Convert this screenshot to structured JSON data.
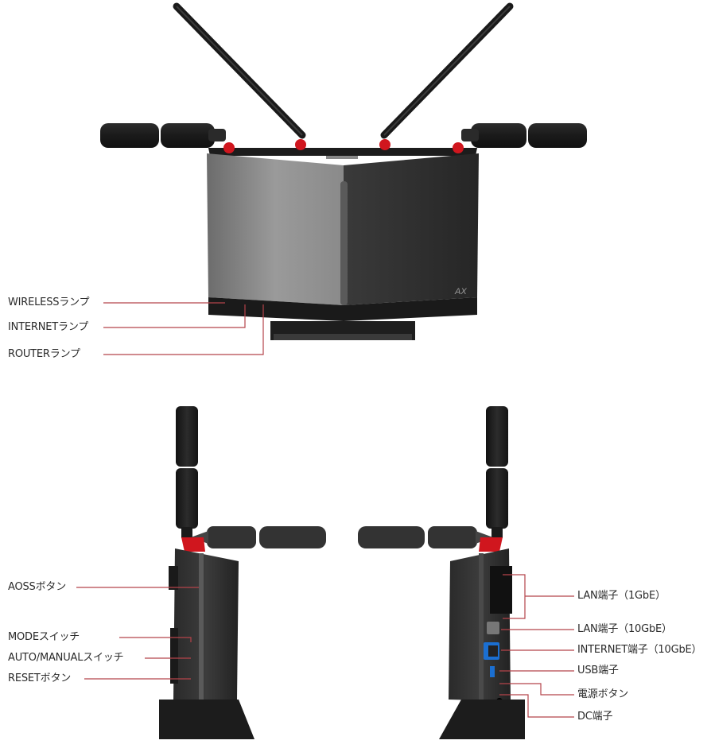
{
  "figure": {
    "type": "router-parts-diagram",
    "views": [
      "front",
      "left-side",
      "right-side"
    ],
    "leader_line_color": "#b5434a",
    "accent_color": "#d0161e",
    "body_colors": {
      "light_panel": "#8a8a8a",
      "dark_panel": "#2e2e2e",
      "antenna": "#1e1e1e"
    }
  },
  "front_view": {
    "callouts": [
      {
        "label": "WIRELESSランプ"
      },
      {
        "label": "INTERNETランプ"
      },
      {
        "label": "ROUTERランプ"
      }
    ],
    "badge": "AX"
  },
  "left_view": {
    "callouts": [
      {
        "label": "AOSSボタン"
      },
      {
        "label": "MODEスイッチ"
      },
      {
        "label": "AUTO/MANUALスイッチ"
      },
      {
        "label": "RESETボタン"
      }
    ]
  },
  "right_view": {
    "callouts": [
      {
        "label": "LAN端子（1GbE）"
      },
      {
        "label": "LAN端子（10GbE）"
      },
      {
        "label": "INTERNET端子（10GbE）"
      },
      {
        "label": "USB端子"
      },
      {
        "label": "電源ボタン"
      },
      {
        "label": "DC端子"
      }
    ]
  }
}
